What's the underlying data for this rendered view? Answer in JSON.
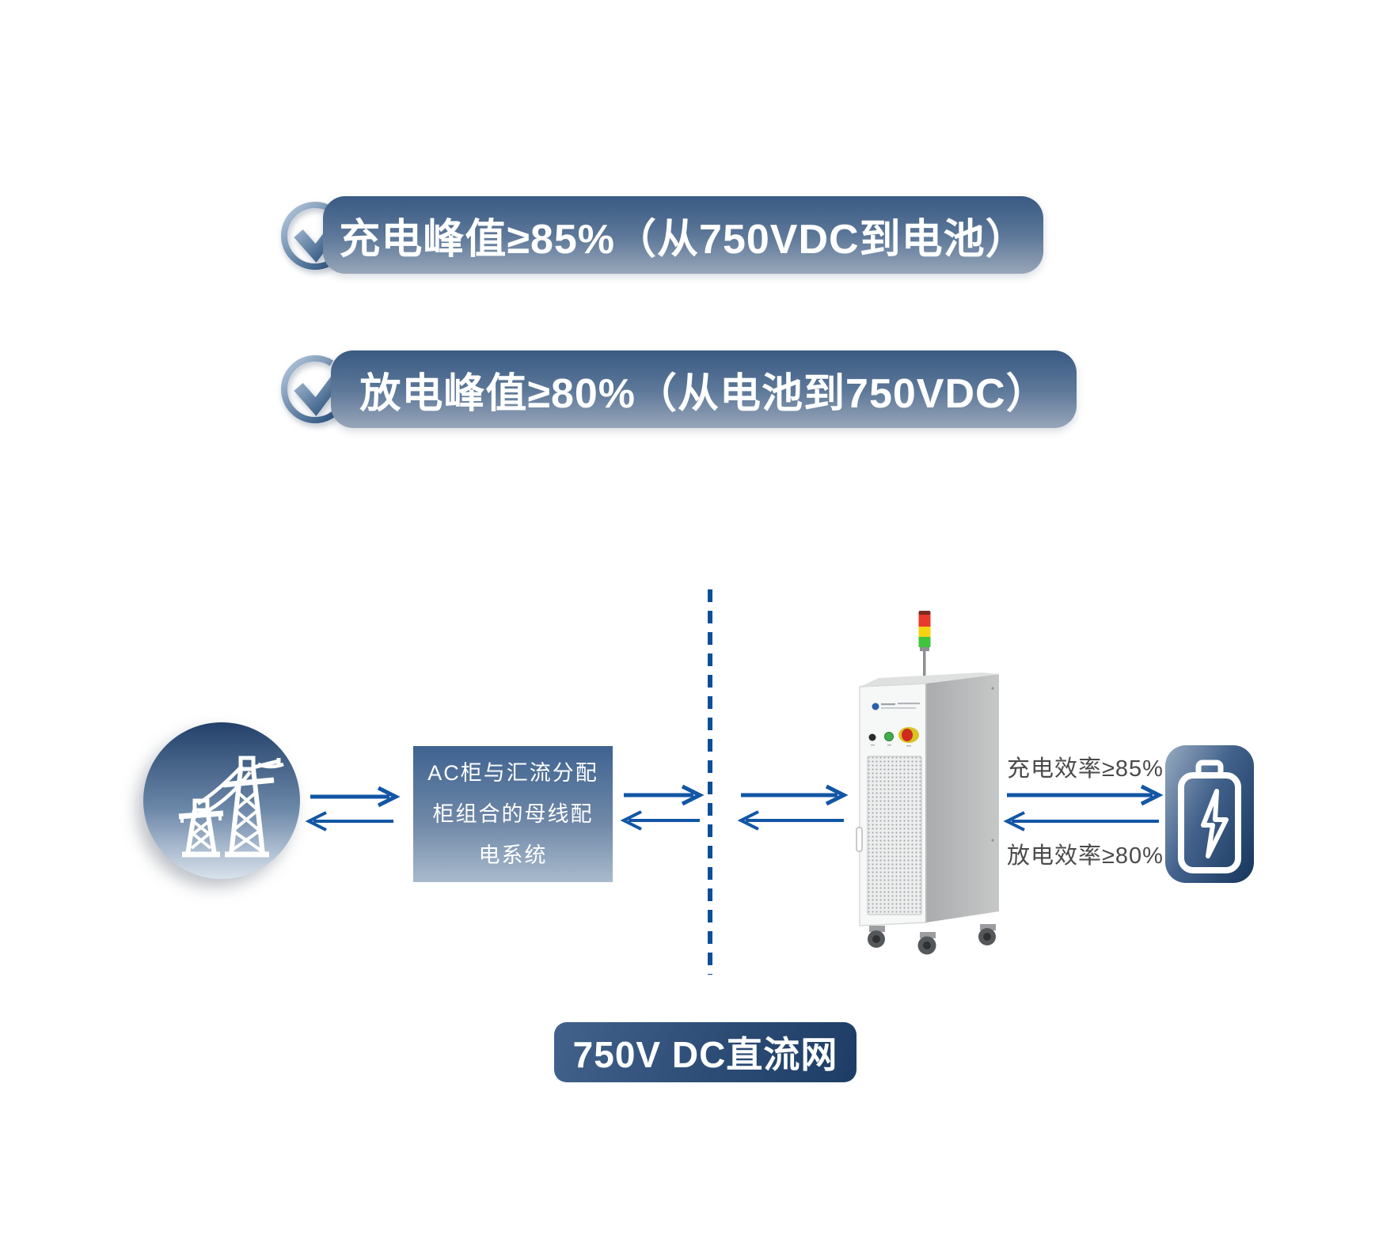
{
  "features": {
    "items": [
      {
        "icon": "check-circle-icon",
        "label": "充电峰值≥85%（从750VDC到电池）"
      },
      {
        "icon": "check-circle-icon",
        "label": "放电峰值≥80%（从电池到750VDC）"
      }
    ]
  },
  "diagram": {
    "grid_node": {
      "icon": "transmission-tower-icon"
    },
    "ac_box": {
      "line1": "AC柜与汇流分配",
      "line2": "柜组合的母线配",
      "line3": "电系统"
    },
    "divider": {
      "style": "vertical-dashed"
    },
    "cabinet_node": {
      "icon": "test-cabinet-image",
      "stack_light_colors": [
        "#e8392c",
        "#f5d313",
        "#3fc43c"
      ]
    },
    "charge_flow_label": "充电效率≥85%",
    "discharge_flow_label": "放电效率≥80%",
    "battery_node": {
      "icon": "battery-lightning-icon"
    },
    "bottom_badge": "750V DC直流网"
  },
  "colors": {
    "arrow_blue": "#1256a5",
    "divider_blue": "#0d4e9b",
    "banner_gradient_top": "#395a83",
    "banner_gradient_bottom": "#98a6b9",
    "badge_gradient_left": "#42628c",
    "badge_gradient_right": "#1d3d66",
    "flow_label_text": "#4a4a4a"
  }
}
